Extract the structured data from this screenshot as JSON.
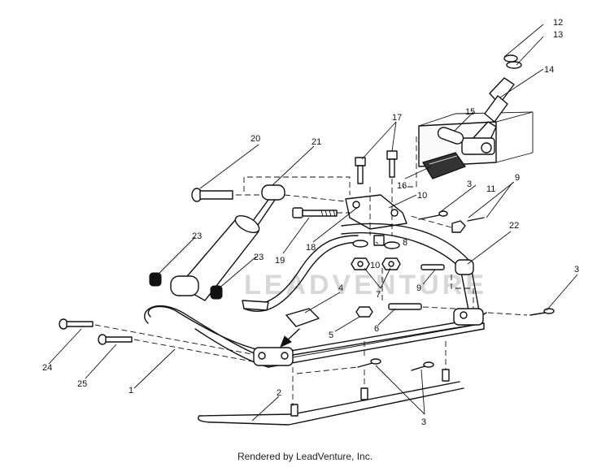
{
  "watermark": "LEADVENTURE",
  "footer": "Rendered by LeadVenture, Inc.",
  "callouts": [
    {
      "id": "c12",
      "text": "12"
    },
    {
      "id": "c13",
      "text": "13"
    },
    {
      "id": "c14",
      "text": "14"
    },
    {
      "id": "c15",
      "text": "15"
    },
    {
      "id": "c16",
      "text": "16"
    },
    {
      "id": "c17",
      "text": "17"
    },
    {
      "id": "c20",
      "text": "20"
    },
    {
      "id": "c21",
      "text": "21"
    },
    {
      "id": "c10a",
      "text": "10"
    },
    {
      "id": "c3a",
      "text": "3"
    },
    {
      "id": "c9a",
      "text": "9"
    },
    {
      "id": "c11",
      "text": "11"
    },
    {
      "id": "c18",
      "text": "18"
    },
    {
      "id": "c19",
      "text": "19"
    },
    {
      "id": "c8",
      "text": "8"
    },
    {
      "id": "c22",
      "text": "22"
    },
    {
      "id": "c23a",
      "text": "23"
    },
    {
      "id": "c23b",
      "text": "23"
    },
    {
      "id": "c10b",
      "text": "10"
    },
    {
      "id": "c7",
      "text": "7"
    },
    {
      "id": "c9b",
      "text": "9"
    },
    {
      "id": "c3b",
      "text": "3"
    },
    {
      "id": "c4",
      "text": "4"
    },
    {
      "id": "c5",
      "text": "5"
    },
    {
      "id": "c6",
      "text": "6"
    },
    {
      "id": "c24",
      "text": "24"
    },
    {
      "id": "c25",
      "text": "25"
    },
    {
      "id": "c1",
      "text": "1"
    },
    {
      "id": "c2",
      "text": "2"
    },
    {
      "id": "c3c",
      "text": "3"
    }
  ]
}
